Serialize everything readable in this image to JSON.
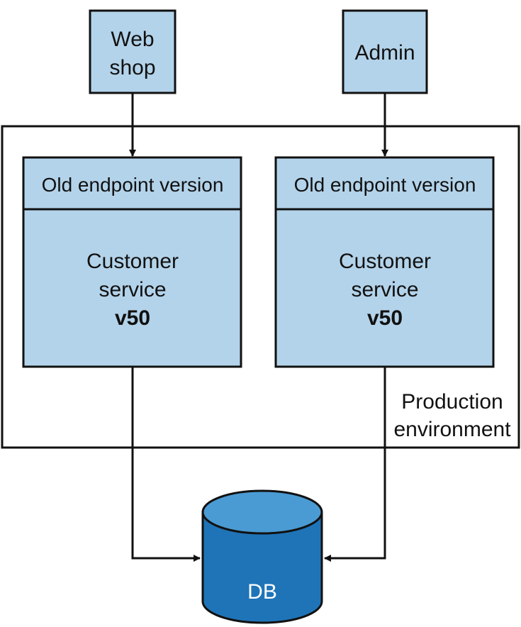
{
  "clients": {
    "web_shop": {
      "line1": "Web",
      "line2": "shop"
    },
    "admin": {
      "label": "Admin"
    }
  },
  "environment": {
    "line1": "Production",
    "line2": "environment"
  },
  "services": [
    {
      "endpoint_label": "Old endpoint version",
      "name_line1": "Customer",
      "name_line2": "service",
      "version": "v50"
    },
    {
      "endpoint_label": "Old endpoint version",
      "name_line1": "Customer",
      "name_line2": "service",
      "version": "v50"
    }
  ],
  "database": {
    "label": "DB"
  },
  "colors": {
    "box_fill": "#b3d3ea",
    "stroke": "#111111",
    "db_body": "#1f74b8",
    "db_top": "#4a9bd3"
  }
}
